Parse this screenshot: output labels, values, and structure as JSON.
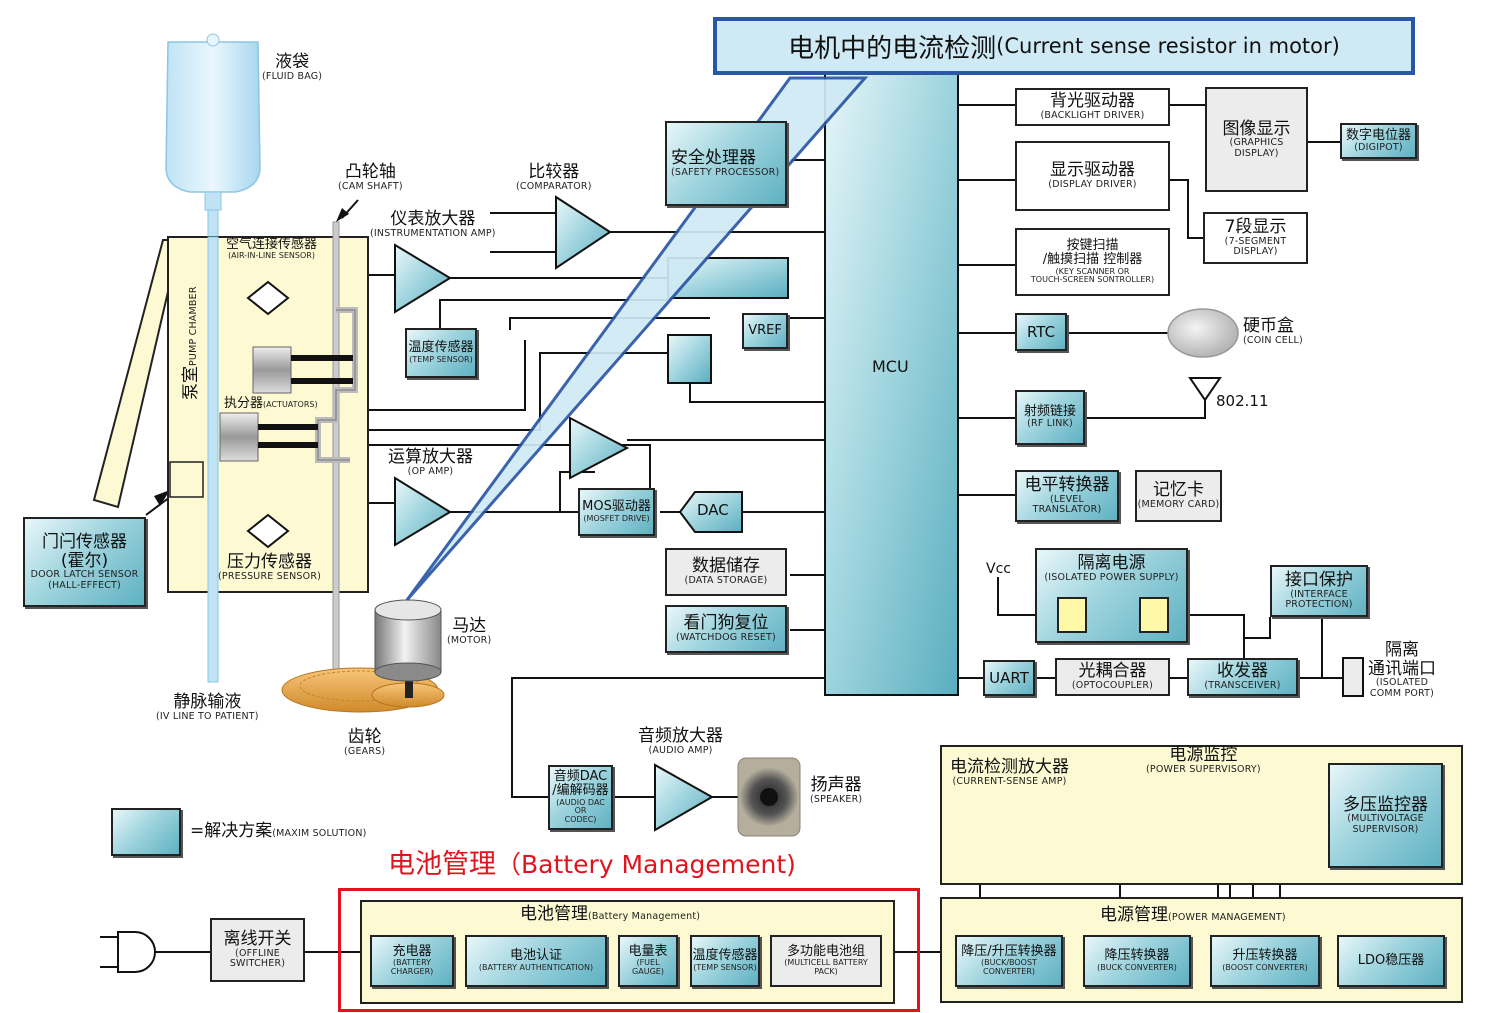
{
  "callout": {
    "zh": "电机中的电流检测",
    "en": "(Current sense resistor in motor)"
  },
  "fluid_bag": {
    "zh": "液袋",
    "en": "(FLUID BAG)"
  },
  "cam_shaft": {
    "zh": "凸轮轴",
    "en": "(CAM SHAFT)"
  },
  "comparator": {
    "zh": "比较器",
    "en": "(COMPARATOR)"
  },
  "inst_amp": {
    "zh": "仪表放大器",
    "en": "(INSTRUMENTATION AMP)"
  },
  "air_sensor": {
    "zh": "空气连接传感器",
    "en": "(AIR-IN-LINE SENSOR)"
  },
  "pump_chamber": {
    "zh": "泵室",
    "en": "PUMP CHAMBER"
  },
  "actuators": {
    "zh": "执分器",
    "en": "(ACTUATORS)"
  },
  "temp_sensor": {
    "zh": "温度传感器",
    "en": "(TEMP SENSOR)"
  },
  "op_amp": {
    "zh": "运算放大器",
    "en": "(OP AMP)"
  },
  "pressure_sensor": {
    "zh": "压力传感器",
    "en": "(PRESSURE SENSOR)"
  },
  "door_latch": {
    "zh1": "门闩传感器",
    "zh2": "(霍尔)",
    "en1": "DOOR LATCH SENSOR",
    "en2": "(HALL-EFFECT)"
  },
  "safety_proc": {
    "zh": "安全处理器",
    "en": "(SAFETY PROCESSOR)"
  },
  "vref": "VREF",
  "mos_drive": {
    "zh": "MOS驱动器",
    "en": "(MOSFET DRIVE)"
  },
  "dac": "DAC",
  "data_storage": {
    "zh": "数据储存",
    "en": "(DATA STORAGE)"
  },
  "watchdog": {
    "zh": "看门狗复位",
    "en": "(WATCHDOG RESET)"
  },
  "motor": {
    "zh": "马达",
    "en": "(MOTOR)"
  },
  "gears": {
    "zh": "齿轮",
    "en": "(GEARS)"
  },
  "iv_line": {
    "zh": "静脉输液",
    "en": "(IV LINE TO PATIENT)"
  },
  "mcu": "MCU",
  "backlight": {
    "zh": "背光驱动器",
    "en": "(BACKLIGHT DRIVER)"
  },
  "graphics": {
    "zh": "图像显示",
    "en1": "(GRAPHICS",
    "en2": "DISPLAY)"
  },
  "digipot": {
    "zh": "数字电位器",
    "en": "(DIGIPOT)"
  },
  "display_driver": {
    "zh": "显示驱动器",
    "en": "(DISPLAY DRIVER)"
  },
  "seven_seg": {
    "zh": "7段显示",
    "en1": "(7-SEGMENT",
    "en2": "DISPLAY)"
  },
  "key_scanner": {
    "zh1": "按键扫描",
    "zh2": "/触摸扫描 控制器",
    "en1": "(KEY SCANNER OR",
    "en2": "TOUCH-SCREEN SONTROLLER)"
  },
  "rtc": "RTC",
  "coin_cell": {
    "zh": "硬币盒",
    "en": "(COIN CELL)"
  },
  "rf_link": {
    "zh": "射频链接",
    "en": "(RF LINK)"
  },
  "antenna": "802.11",
  "level_trans": {
    "zh": "电平转换器",
    "en1": "(LEVEL",
    "en2": "TRANSLATOR)"
  },
  "memory_card": {
    "zh": "记忆卡",
    "en": "(MEMORY CARD)"
  },
  "vcc": "Vcc",
  "iso_power": {
    "zh": "隔离电源",
    "en": "(ISOLATED POWER SUPPLY)"
  },
  "interface_prot": {
    "zh": "接口保护",
    "en1": "(INTERFACE",
    "en2": "PROTECTION)"
  },
  "iso_port": {
    "zh1": "隔离",
    "zh2": "通讯端口",
    "en1": "(ISOLATED",
    "en2": "COMM PORT)"
  },
  "uart": "UART",
  "optocoupler": {
    "zh": "光耦合器",
    "en": "(OPTOCOUPLER)"
  },
  "transceiver": {
    "zh": "收发器",
    "en": "(TRANSCEIVER)"
  },
  "audio_dac": {
    "zh1": "音频DAC",
    "zh2": "/编解码器",
    "en1": "(AUDIO DAC OR",
    "en2": "CODEC)"
  },
  "audio_amp": {
    "zh": "音频放大器",
    "en": "(AUDIO AMP)"
  },
  "speaker": {
    "zh": "扬声器",
    "en": "(SPEAKER)"
  },
  "legend": {
    "zh": "=解决方案",
    "en": "(MAXIM SOLUTION)"
  },
  "current_sense": {
    "zh": "电流检测放大器",
    "en": "(CURRENT-SENSE AMP)"
  },
  "power_sup": {
    "zh": "电源监控",
    "en": "(POWER SUPERVISORY)"
  },
  "multivolt": {
    "zh": "多压监控器",
    "en1": "(MULTIVOLTAGE",
    "en2": "SUPERVISOR)"
  },
  "battery_title": {
    "zh": "电池管理",
    "en": "（Battery Management)"
  },
  "battery_group": {
    "zh": "电池管理",
    "en": "(Battery Management)"
  },
  "charger": {
    "zh": "充电器",
    "en": "(BATTERY CHARGER)"
  },
  "batt_auth": {
    "zh": "电池认证",
    "en": "(BATTERY AUTHENTICATION)"
  },
  "fuel_gauge": {
    "zh": "电量表",
    "en": "(FUEL GAUGE)"
  },
  "batt_temp": {
    "zh": "温度传感器",
    "en": "(TEMP SENSOR)"
  },
  "multicell": {
    "zh": "多功能电池组",
    "en": "(MULTICELL BATTERY PACK)"
  },
  "offline": {
    "zh": "离线开关",
    "en1": "(OFFLINE",
    "en2": "SWITCHER)"
  },
  "power_mgmt": {
    "zh": "电源管理",
    "en": "(POWER MANAGEMENT)"
  },
  "buck_boost": {
    "zh": "降压/升压转换器",
    "en": "(BUCK/BOOST CONVERTER)"
  },
  "buck": {
    "zh": "降压转换器",
    "en": "(BUCK CONVERTER)"
  },
  "boost": {
    "zh": "升压转换器",
    "en": "(BOOST CONVERTER)"
  },
  "ldo": "LDO稳压器",
  "colors": {
    "solution": "#9fd4de",
    "yellow": "#fdf9d2",
    "red": "#e0141e",
    "callout_border": "#2a56a6"
  }
}
